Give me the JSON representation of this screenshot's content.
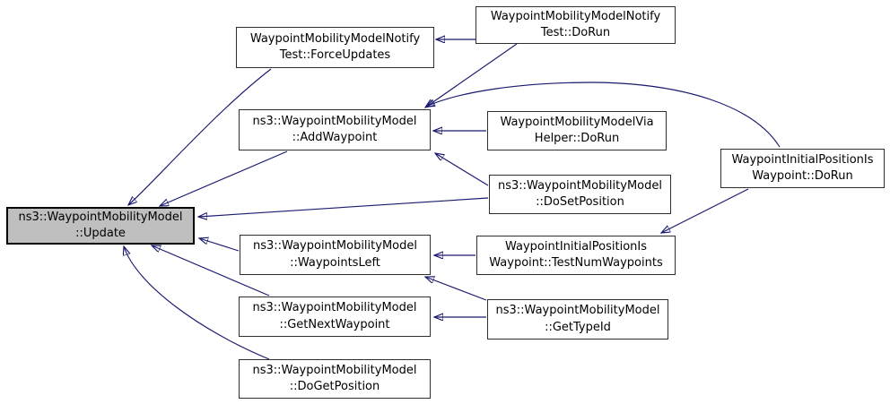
{
  "diagram": {
    "type": "caller-graph",
    "colors": {
      "edge": "#191970",
      "node_border": "#2e2e2e",
      "node_fill": "#ffffff",
      "highlight_fill": "#bfbfbf",
      "background": "#ffffff",
      "text": "#000000"
    },
    "nodes": [
      {
        "id": "update",
        "line1": "ns3::WaypointMobilityModel",
        "line2": "::Update",
        "highlighted": true
      },
      {
        "id": "force-updates",
        "line1": "WaypointMobilityModelNotify",
        "line2": "Test::ForceUpdates",
        "highlighted": false
      },
      {
        "id": "notify-test-dorun",
        "line1": "WaypointMobilityModelNotify",
        "line2": "Test::DoRun",
        "highlighted": false
      },
      {
        "id": "add-waypoint",
        "line1": "ns3::WaypointMobilityModel",
        "line2": "::AddWaypoint",
        "highlighted": false
      },
      {
        "id": "via-helper-dorun",
        "line1": "WaypointMobilityModelVia",
        "line2": "Helper::DoRun",
        "highlighted": false
      },
      {
        "id": "do-set-position",
        "line1": "ns3::WaypointMobilityModel",
        "line2": "::DoSetPosition",
        "highlighted": false
      },
      {
        "id": "initial-position-dorun",
        "line1": "WaypointInitialPositionIs",
        "line2": "Waypoint::DoRun",
        "highlighted": false
      },
      {
        "id": "waypoints-left",
        "line1": "ns3::WaypointMobilityModel",
        "line2": "::WaypointsLeft",
        "highlighted": false
      },
      {
        "id": "test-num-waypoints",
        "line1": "WaypointInitialPositionIs",
        "line2": "Waypoint::TestNumWaypoints",
        "highlighted": false
      },
      {
        "id": "get-next-waypoint",
        "line1": "ns3::WaypointMobilityModel",
        "line2": "::GetNextWaypoint",
        "highlighted": false
      },
      {
        "id": "get-type-id",
        "line1": "ns3::WaypointMobilityModel",
        "line2": "::GetTypeId",
        "highlighted": false
      },
      {
        "id": "do-get-position",
        "line1": "ns3::WaypointMobilityModel",
        "line2": "::DoGetPosition",
        "highlighted": false
      }
    ],
    "edges": [
      {
        "from": "force-updates",
        "to": "update"
      },
      {
        "from": "add-waypoint",
        "to": "update"
      },
      {
        "from": "do-set-position",
        "to": "update"
      },
      {
        "from": "waypoints-left",
        "to": "update"
      },
      {
        "from": "get-next-waypoint",
        "to": "update"
      },
      {
        "from": "do-get-position",
        "to": "update"
      },
      {
        "from": "notify-test-dorun",
        "to": "force-updates"
      },
      {
        "from": "notify-test-dorun",
        "to": "add-waypoint"
      },
      {
        "from": "via-helper-dorun",
        "to": "add-waypoint"
      },
      {
        "from": "do-set-position",
        "to": "add-waypoint"
      },
      {
        "from": "initial-position-dorun",
        "to": "add-waypoint"
      },
      {
        "from": "test-num-waypoints",
        "to": "waypoints-left"
      },
      {
        "from": "get-type-id",
        "to": "waypoints-left"
      },
      {
        "from": "get-type-id",
        "to": "get-next-waypoint"
      },
      {
        "from": "initial-position-dorun",
        "to": "test-num-waypoints"
      }
    ]
  }
}
